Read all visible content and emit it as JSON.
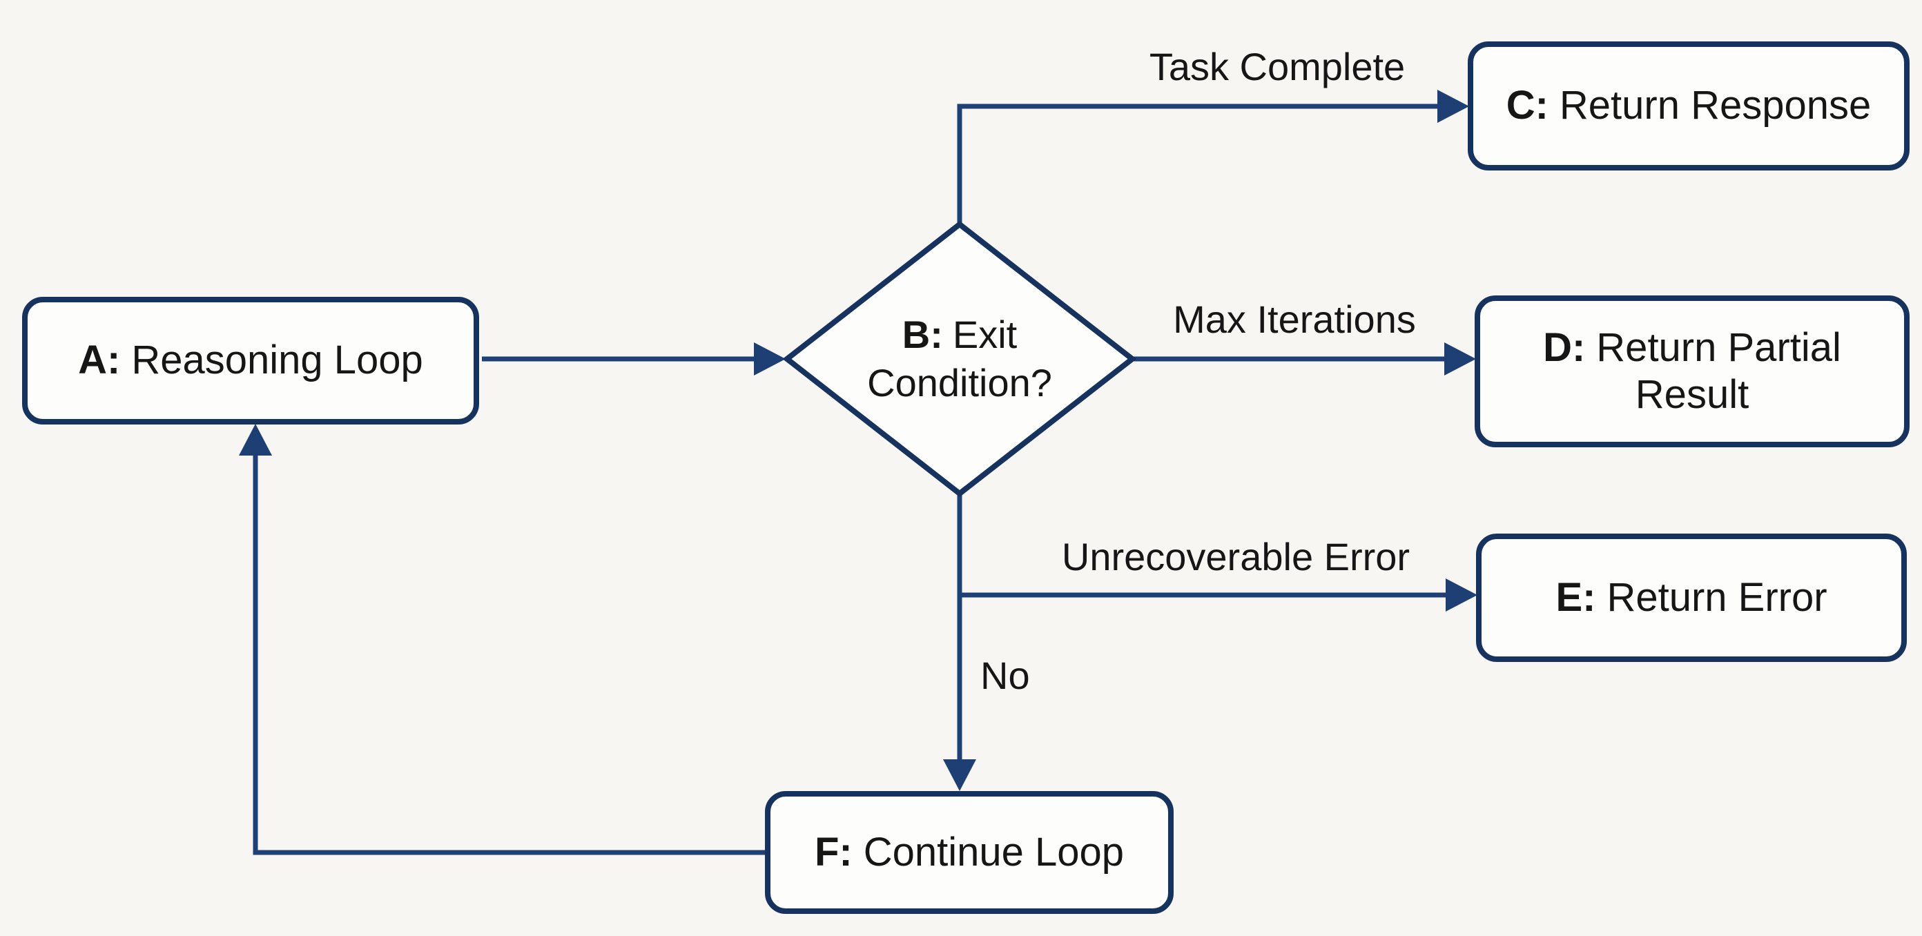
{
  "diagram": {
    "background_color": "#f7f6f2",
    "node_fill_color": "#fdfdfb",
    "node_border_color": "#16325f",
    "line_color": "#1e4077",
    "text_color": "#161616",
    "nodes": {
      "a": {
        "prefix": "A:",
        "label": "Reasoning Loop"
      },
      "b": {
        "prefix": "B:",
        "label_line1": "Exit",
        "label_line2": "Condition?"
      },
      "c": {
        "prefix": "C:",
        "label": "Return Response"
      },
      "d": {
        "prefix": "D:",
        "label": "Return Partial Result"
      },
      "e": {
        "prefix": "E:",
        "label": "Return Error"
      },
      "f": {
        "prefix": "F:",
        "label": "Continue Loop"
      }
    },
    "edge_labels": {
      "b_to_c": "Task Complete",
      "b_to_d": "Max Iterations",
      "b_to_e": "Unrecoverable Error",
      "b_to_f": "No"
    }
  }
}
